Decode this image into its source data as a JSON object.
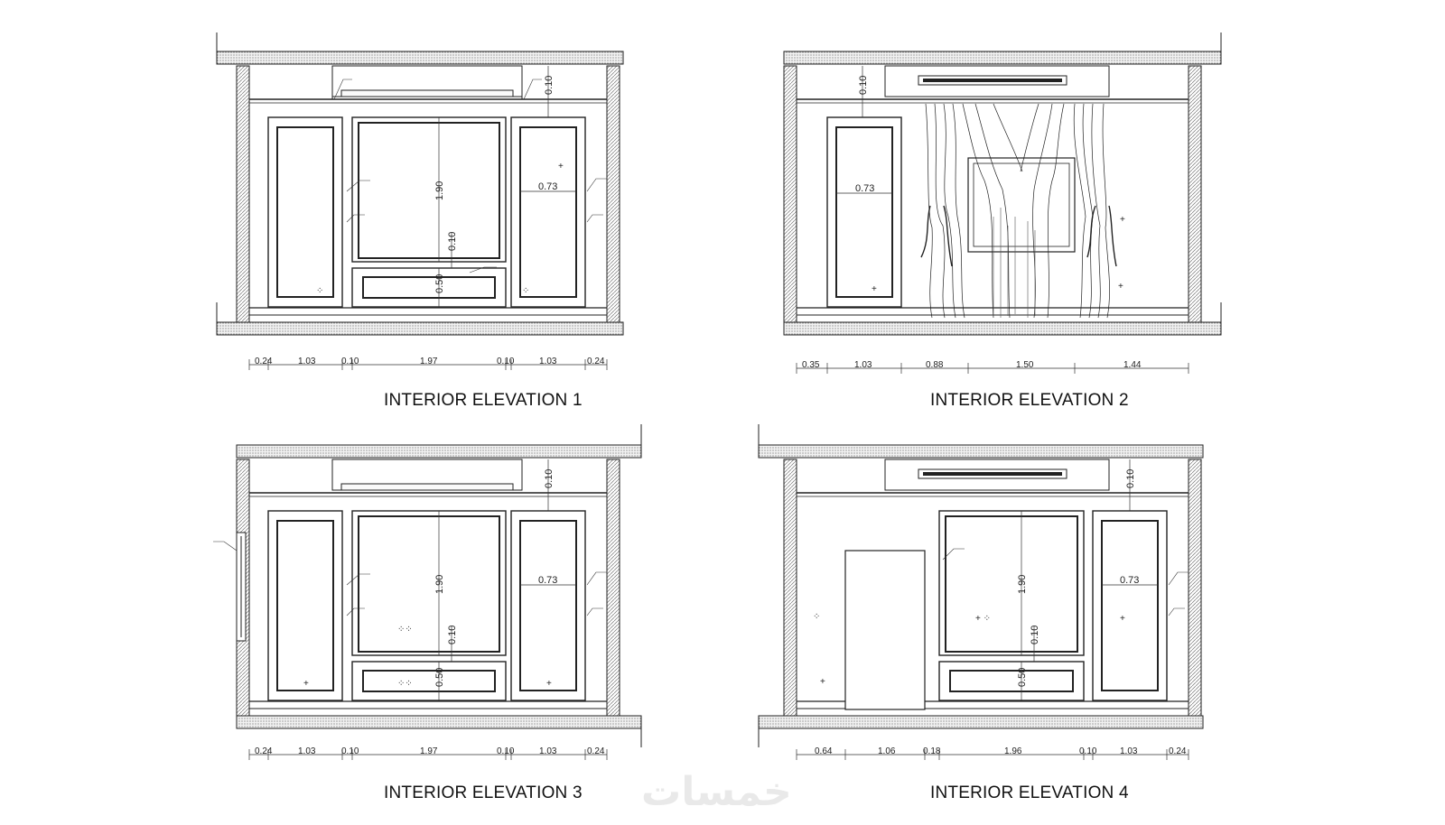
{
  "elevations": [
    {
      "title": "INTERIOR ELEVATION 1",
      "dims_bottom": [
        "0.24",
        "1.03",
        "0.10",
        "1.97",
        "0.10",
        "1.03",
        "0.24"
      ],
      "dims_vertical": [
        "0.10",
        "1.90",
        "0.10",
        "0.50"
      ],
      "width_label": "0.73"
    },
    {
      "title": "INTERIOR ELEVATION 2",
      "dims_bottom": [
        "0.35",
        "1.03",
        "0.88",
        "1.50",
        "1.44"
      ],
      "dims_vertical": [
        "0.10"
      ],
      "width_label": "0.73"
    },
    {
      "title": "INTERIOR ELEVATION 3",
      "dims_bottom": [
        "0.24",
        "1.03",
        "0.10",
        "1.97",
        "0.10",
        "1.03",
        "0.24"
      ],
      "dims_vertical": [
        "0.10",
        "1.90",
        "0.10",
        "0.50"
      ],
      "width_label": "0.73"
    },
    {
      "title": "INTERIOR ELEVATION 4",
      "dims_bottom": [
        "0.64",
        "1.06",
        "0.18",
        "1.96",
        "0.10",
        "1.03",
        "0.24"
      ],
      "dims_vertical": [
        "0.10",
        "1.90",
        "0.10",
        "0.50"
      ],
      "width_label": "0.73"
    }
  ],
  "watermark": "خمسات",
  "icons": [
    "outlet-icon"
  ]
}
